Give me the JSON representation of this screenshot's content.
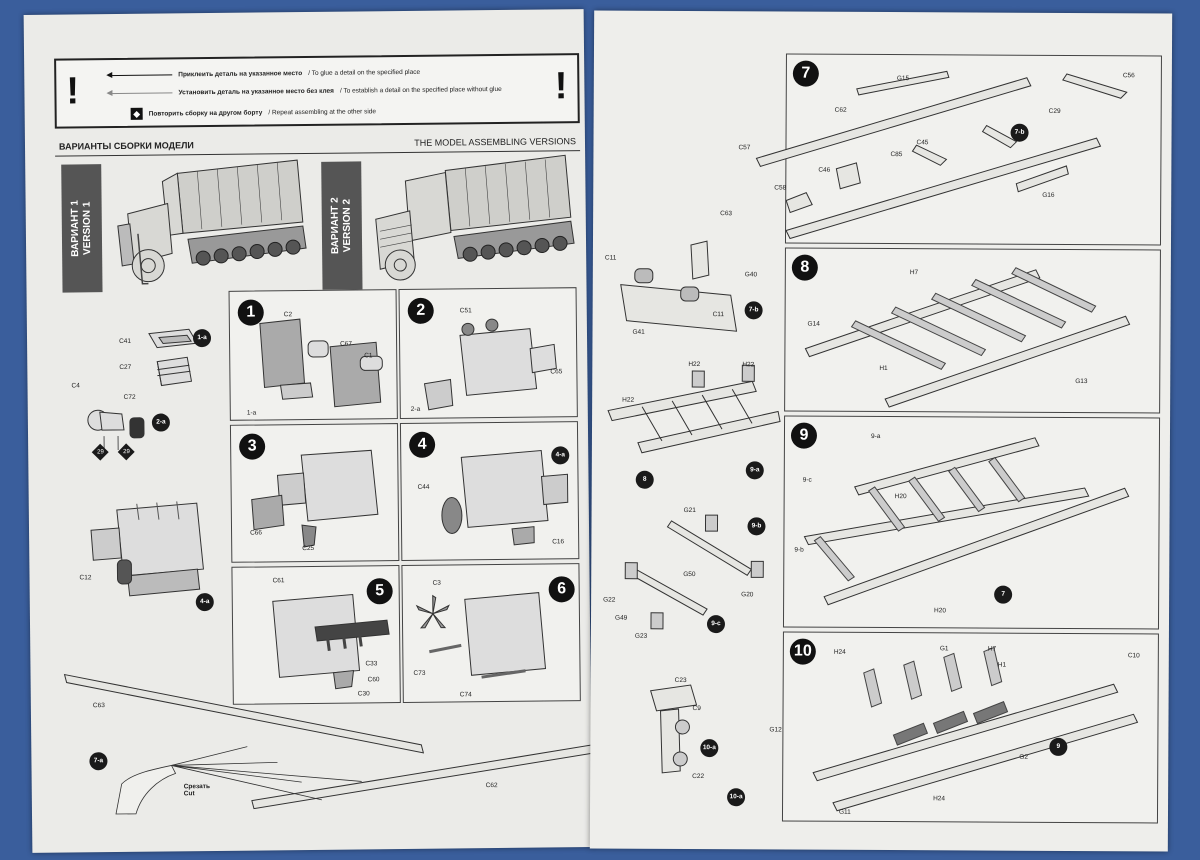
{
  "legend": {
    "row1": {
      "ru": "Приклеить деталь на указанное место",
      "en": "/ To glue a detail on the specified place"
    },
    "row2": {
      "ru": "Установить деталь на указанное место без клея",
      "en": "/ To establish a detail on the specified place without glue"
    },
    "row3": {
      "ru": "Повторить сборку на другом борту",
      "en": "/ Repeat assembling at the other side"
    },
    "mark": "!"
  },
  "versions": {
    "title_ru": "ВАРИАНТЫ СБОРКИ МОДЕЛИ",
    "title_en": "THE MODEL ASSEMBLING VERSIONS",
    "v1": "ВАРИАНТ 1\nVERSION 1",
    "v2": "ВАРИАНТ 2\nVERSION 2"
  },
  "left_steps": [
    {
      "num": "1",
      "parts": [
        "C2",
        "C67",
        "C1",
        "1-a"
      ]
    },
    {
      "num": "2",
      "parts": [
        "C51",
        "C65",
        "2-a"
      ]
    },
    {
      "num": "3",
      "parts": [
        "C66",
        "C25"
      ]
    },
    {
      "num": "4",
      "parts": [
        "C44",
        "C16",
        "4-a"
      ]
    },
    {
      "num": "5",
      "parts": [
        "C61",
        "C33",
        "C60",
        "C30"
      ]
    },
    {
      "num": "6",
      "parts": [
        "C3",
        "C73",
        "C74"
      ]
    }
  ],
  "left_sub": {
    "s1a": {
      "badge": "1-a",
      "parts": [
        "C41",
        "C27"
      ]
    },
    "s2a": {
      "badge": "2-a",
      "parts": [
        "C4",
        "C72"
      ]
    },
    "s4a": {
      "badge": "4-a",
      "parts": [
        "C12"
      ]
    },
    "s7a": {
      "badge": "7-a",
      "parts": [
        "C63",
        "C62"
      ],
      "cut": "Срезать\nCut"
    }
  },
  "right_steps": [
    {
      "num": "7",
      "parts": [
        "G15",
        "C56",
        "C62",
        "C29",
        "C57",
        "C85",
        "C45",
        "C46",
        "C58",
        "C63",
        "G16"
      ]
    },
    {
      "num": "8",
      "parts": [
        "G14",
        "H7",
        "H1",
        "G13"
      ]
    },
    {
      "num": "9",
      "parts": [
        "9-a",
        "9-c",
        "9-b",
        "H20",
        "7"
      ]
    },
    {
      "num": "10",
      "parts": [
        "H24",
        "G1",
        "H7",
        "H1",
        "C10",
        "G12",
        "G2",
        "G11",
        "9"
      ]
    }
  ],
  "right_sub": {
    "s7b": {
      "badge": "7-b",
      "parts": [
        "C11",
        "G40",
        "G41"
      ]
    },
    "s9a": {
      "badge": "9-a",
      "parts": [
        "H22",
        "8"
      ]
    },
    "s9b": {
      "badge": "9-b",
      "parts": [
        "G21",
        "G50",
        "G20"
      ]
    },
    "s9c": {
      "badge": "9-c",
      "parts": [
        "G22",
        "G49",
        "G23"
      ]
    },
    "s10a": {
      "badge": "10-a",
      "parts": [
        "C23",
        "C9",
        "C22"
      ]
    }
  },
  "colors": {
    "background": "#3a5e9c",
    "paper": "#ebebe8",
    "ink": "#1a1a1a",
    "version_tag": "#555555"
  }
}
